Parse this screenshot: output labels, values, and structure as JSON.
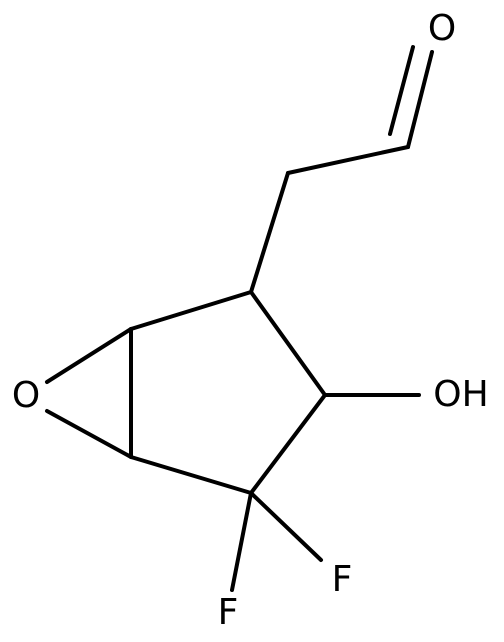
{
  "molecule": {
    "atom_labels": {
      "aldehyde_oxygen": "O",
      "hydroxyl": "OH",
      "epoxide_oxygen": "O",
      "fluorine_right": "F",
      "fluorine_bottom": "F"
    }
  }
}
